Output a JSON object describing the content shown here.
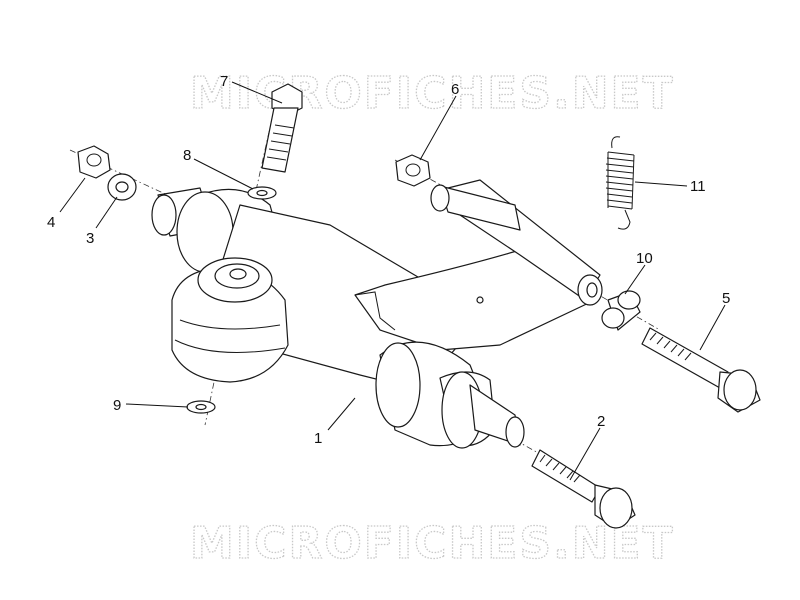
{
  "watermark": {
    "text": "MICROFICHES.NET"
  },
  "callouts": {
    "c1": "1",
    "c2": "2",
    "c3": "3",
    "c4": "4",
    "c5": "5",
    "c6": "6",
    "c7": "7",
    "c8": "8",
    "c9": "9",
    "c10": "10",
    "c11": "11"
  }
}
